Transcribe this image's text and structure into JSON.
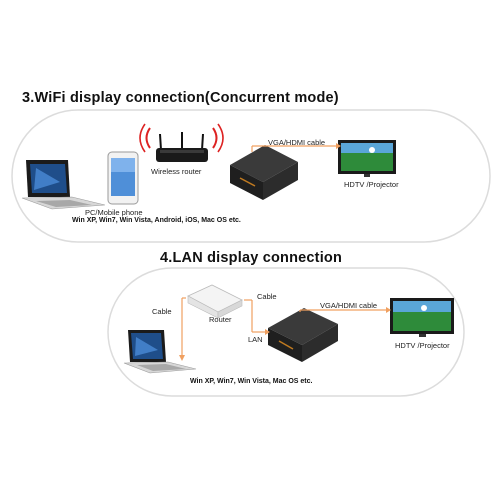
{
  "section1": {
    "heading": "3.WiFi display connection(Concurrent mode)",
    "router_label": "Wireless router",
    "cable_label": "VGA/HDMI cable",
    "display_label": "HDTV /Projector",
    "device_label": "PC/Mobile phone",
    "os_label": "Win XP, Win7, Win Vista, Android, iOS, Mac OS etc."
  },
  "section2": {
    "heading": "4.LAN display connection",
    "cable_left_label": "Cable",
    "cable_right_label": "Cable",
    "router_label": "Router",
    "lan_label": "LAN",
    "cable_label": "VGA/HDMI cable",
    "display_label": "HDTV /Projector",
    "os_label": "Win XP, Win7, Win Vista, Mac OS etc."
  },
  "colors": {
    "arrow": "#f0a060",
    "outline": "#d8d8d8",
    "box": "#2a2a2a",
    "accent": "#c07a20"
  }
}
